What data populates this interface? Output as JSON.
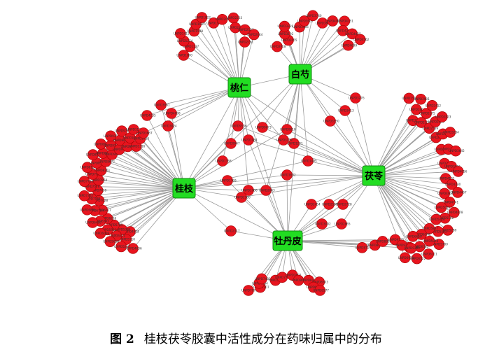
{
  "caption": {
    "figure_number": "图 2",
    "text": "桂枝茯苓胶囊中活性成分在药味归属中的分布"
  },
  "herbs": [
    {
      "id": "taoren",
      "label": "桃仁"
    },
    {
      "id": "baishao",
      "label": "白芍"
    },
    {
      "id": "guizhi",
      "label": "桂枝"
    },
    {
      "id": "fuling",
      "label": "茯苓"
    },
    {
      "id": "mudanpi",
      "label": "牡丹皮"
    }
  ],
  "colors": {
    "herb_node": "#22dd22",
    "ingredient_node": "#e8141e",
    "edge": "#9a9a9a"
  },
  "ingredient_label_prefix": "UNPD"
}
